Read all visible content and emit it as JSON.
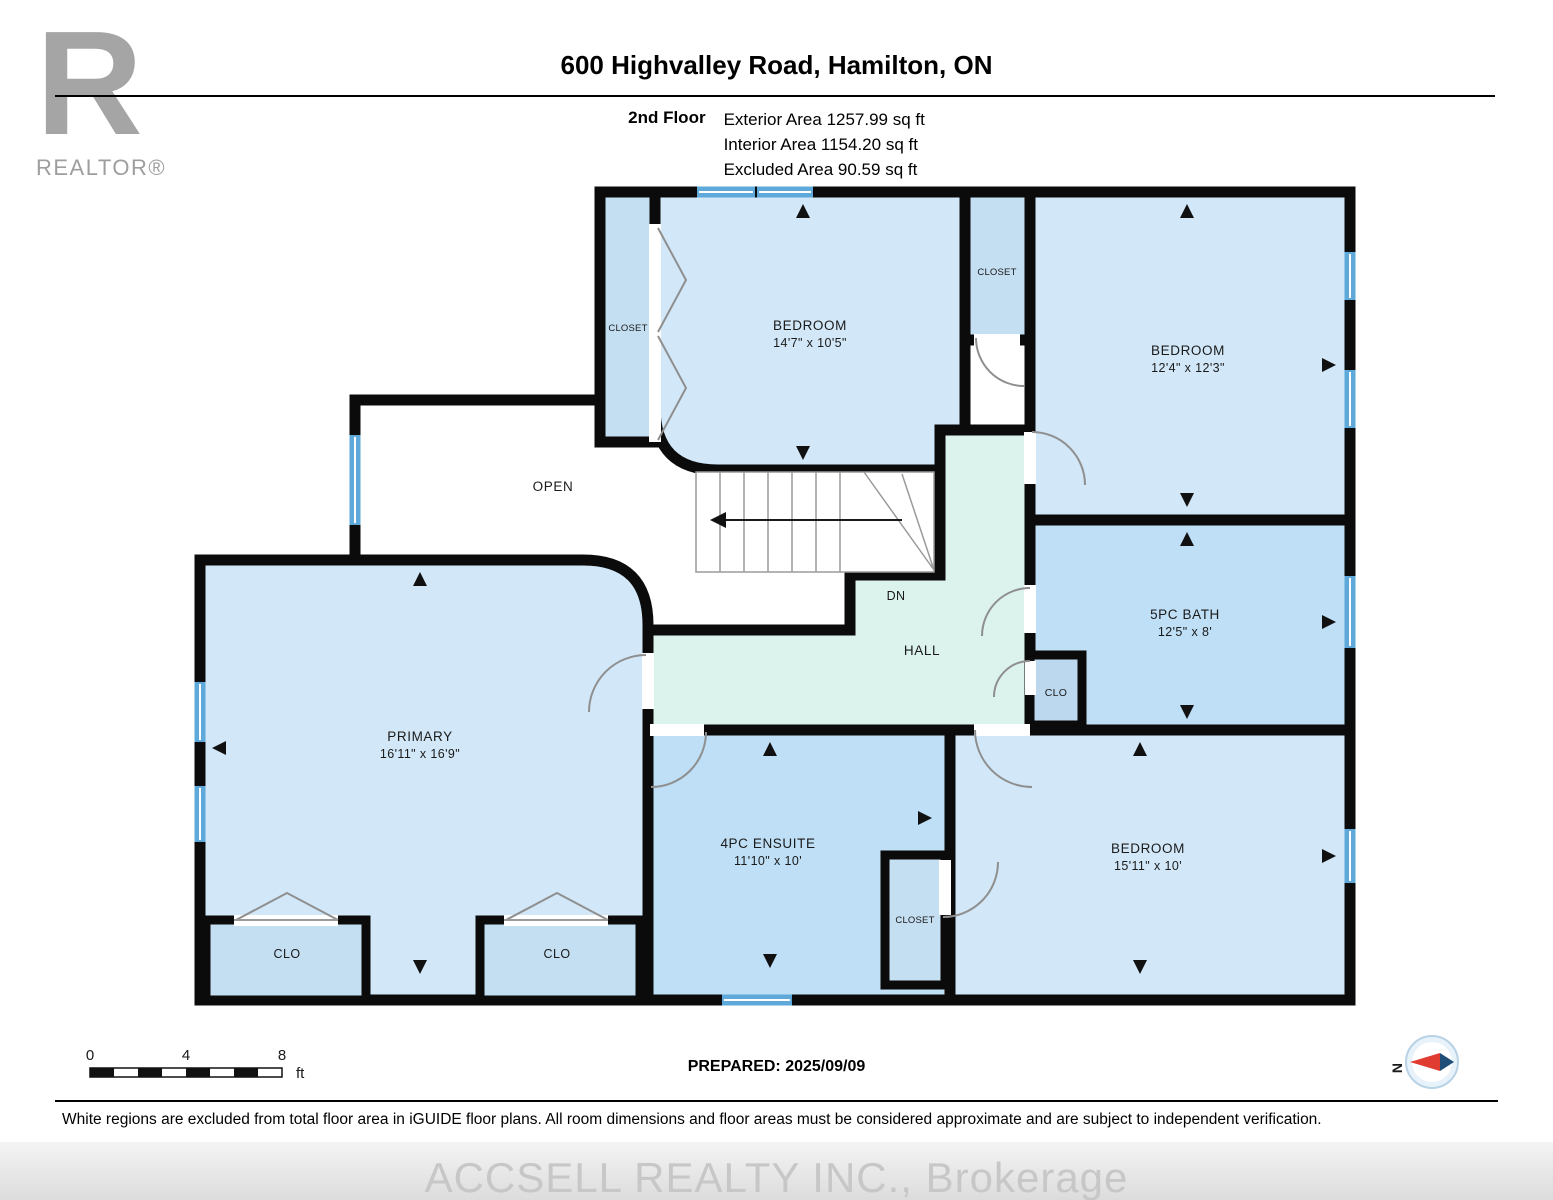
{
  "header": {
    "title": "600 Highvalley Road, Hamilton, ON",
    "floor_label": "2nd Floor",
    "exterior": "Exterior Area 1257.99 sq ft",
    "interior": "Interior Area 1154.20 sq ft",
    "excluded": "Excluded Area 90.59 sq ft"
  },
  "logo": {
    "letter": "R",
    "label": "REALTOR®"
  },
  "rooms": {
    "closet_top_left": {
      "name": "CLOSET"
    },
    "bedroom_top": {
      "name": "BEDROOM",
      "dims": "14'7\" x 10'5\""
    },
    "closet_top_mid": {
      "name": "CLOSET"
    },
    "bedroom_top_right": {
      "name": "BEDROOM",
      "dims": "12'4\" x 12'3\""
    },
    "open": {
      "name": "OPEN"
    },
    "stairs_dn": {
      "name": "DN"
    },
    "hall": {
      "name": "HALL"
    },
    "bath": {
      "name": "5PC BATH",
      "dims": "12'5\" x 8'"
    },
    "clo_hall": {
      "name": "CLO"
    },
    "primary": {
      "name": "PRIMARY",
      "dims": "16'11\" x 16'9\""
    },
    "clo_left": {
      "name": "CLO"
    },
    "clo_right": {
      "name": "CLO"
    },
    "ensuite": {
      "name": "4PC ENSUITE",
      "dims": "11'10\" x 10'"
    },
    "closet_ensuite": {
      "name": "CLOSET"
    },
    "bedroom_bottom_right": {
      "name": "BEDROOM",
      "dims": "15'11\" x 10'"
    }
  },
  "scale_bar": {
    "zero": "0",
    "four": "4",
    "eight": "8",
    "unit": "ft"
  },
  "compass": {
    "n": "N"
  },
  "footer": {
    "prepared": "PREPARED: 2025/09/09"
  },
  "disclaimer": "White regions are excluded from total floor area in iGUIDE floor plans. All room dimensions and floor areas must be considered approximate and are subject to independent verification.",
  "watermark": "ACCSELL REALTY INC., Brokerage",
  "colors": {
    "room": "#d2e8f8",
    "closet": "#c5dff2",
    "bath": "#bedff5",
    "hall": "#dbf2ed",
    "window": "#5ea9da",
    "wall": "#0b0b0b"
  }
}
